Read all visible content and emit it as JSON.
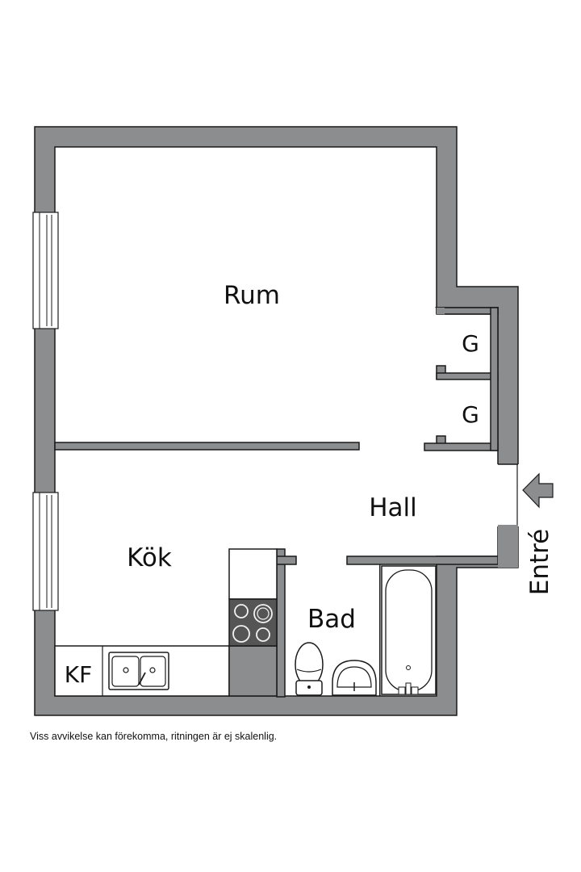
{
  "floorplan": {
    "rooms": {
      "rum": "Rum",
      "kok": "Kök",
      "hall": "Hall",
      "bad": "Bad",
      "closet_top": "G",
      "closet_bottom": "G",
      "kf": "KF"
    },
    "entrance_label": "Entré",
    "colors": {
      "wall": "#8c8d8e",
      "outline": "#1a1a1a",
      "stove": "#555555"
    }
  },
  "footer": {
    "disclaimer": "Viss avvikelse kan förekomma, ritningen är ej skalenlig."
  }
}
